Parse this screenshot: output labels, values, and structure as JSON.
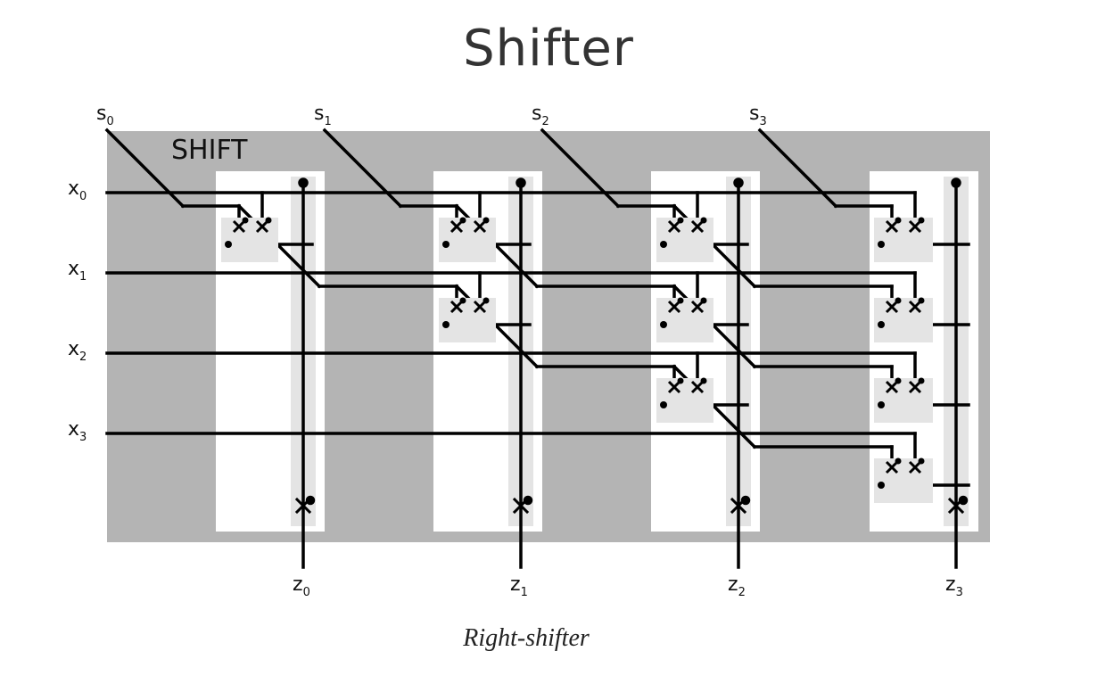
{
  "title": "Shifter",
  "caption": "Right-shifter",
  "block_label": "SHIFT",
  "inputs": [
    {
      "name": "x",
      "sub": "0"
    },
    {
      "name": "x",
      "sub": "1"
    },
    {
      "name": "x",
      "sub": "2"
    },
    {
      "name": "x",
      "sub": "3"
    }
  ],
  "selects": [
    {
      "name": "s",
      "sub": "0"
    },
    {
      "name": "s",
      "sub": "1"
    },
    {
      "name": "s",
      "sub": "2"
    },
    {
      "name": "s",
      "sub": "3"
    }
  ],
  "outputs": [
    {
      "name": "z",
      "sub": "0"
    },
    {
      "name": "z",
      "sub": "1"
    },
    {
      "name": "z",
      "sub": "2"
    },
    {
      "name": "z",
      "sub": "3"
    }
  ],
  "colors": {
    "block": "#b4b4b4",
    "column": "#ffffff",
    "cell": "#e4e4e4",
    "wire": "#000000"
  }
}
